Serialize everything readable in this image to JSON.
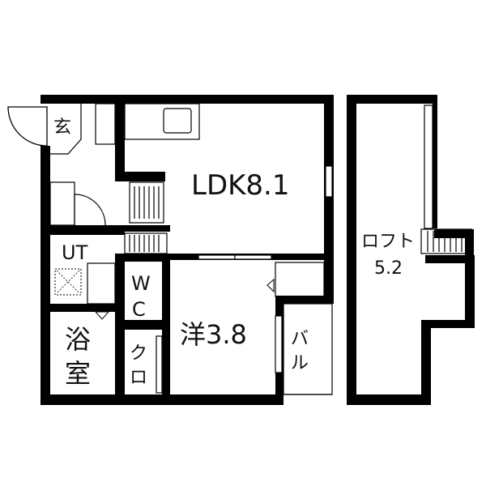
{
  "rooms": {
    "entrance": "玄",
    "ldk": "LDK8.1",
    "ut": "UT",
    "wc_1": "W",
    "wc_2": "C",
    "western": "洋3.8",
    "bath_1": "浴",
    "bath_2": "室",
    "closet_1": "ク",
    "closet_2": "ロ",
    "balcony_1": "バ",
    "balcony_2": "ル",
    "loft_1": "ロフト",
    "loft_2": "5.2"
  }
}
